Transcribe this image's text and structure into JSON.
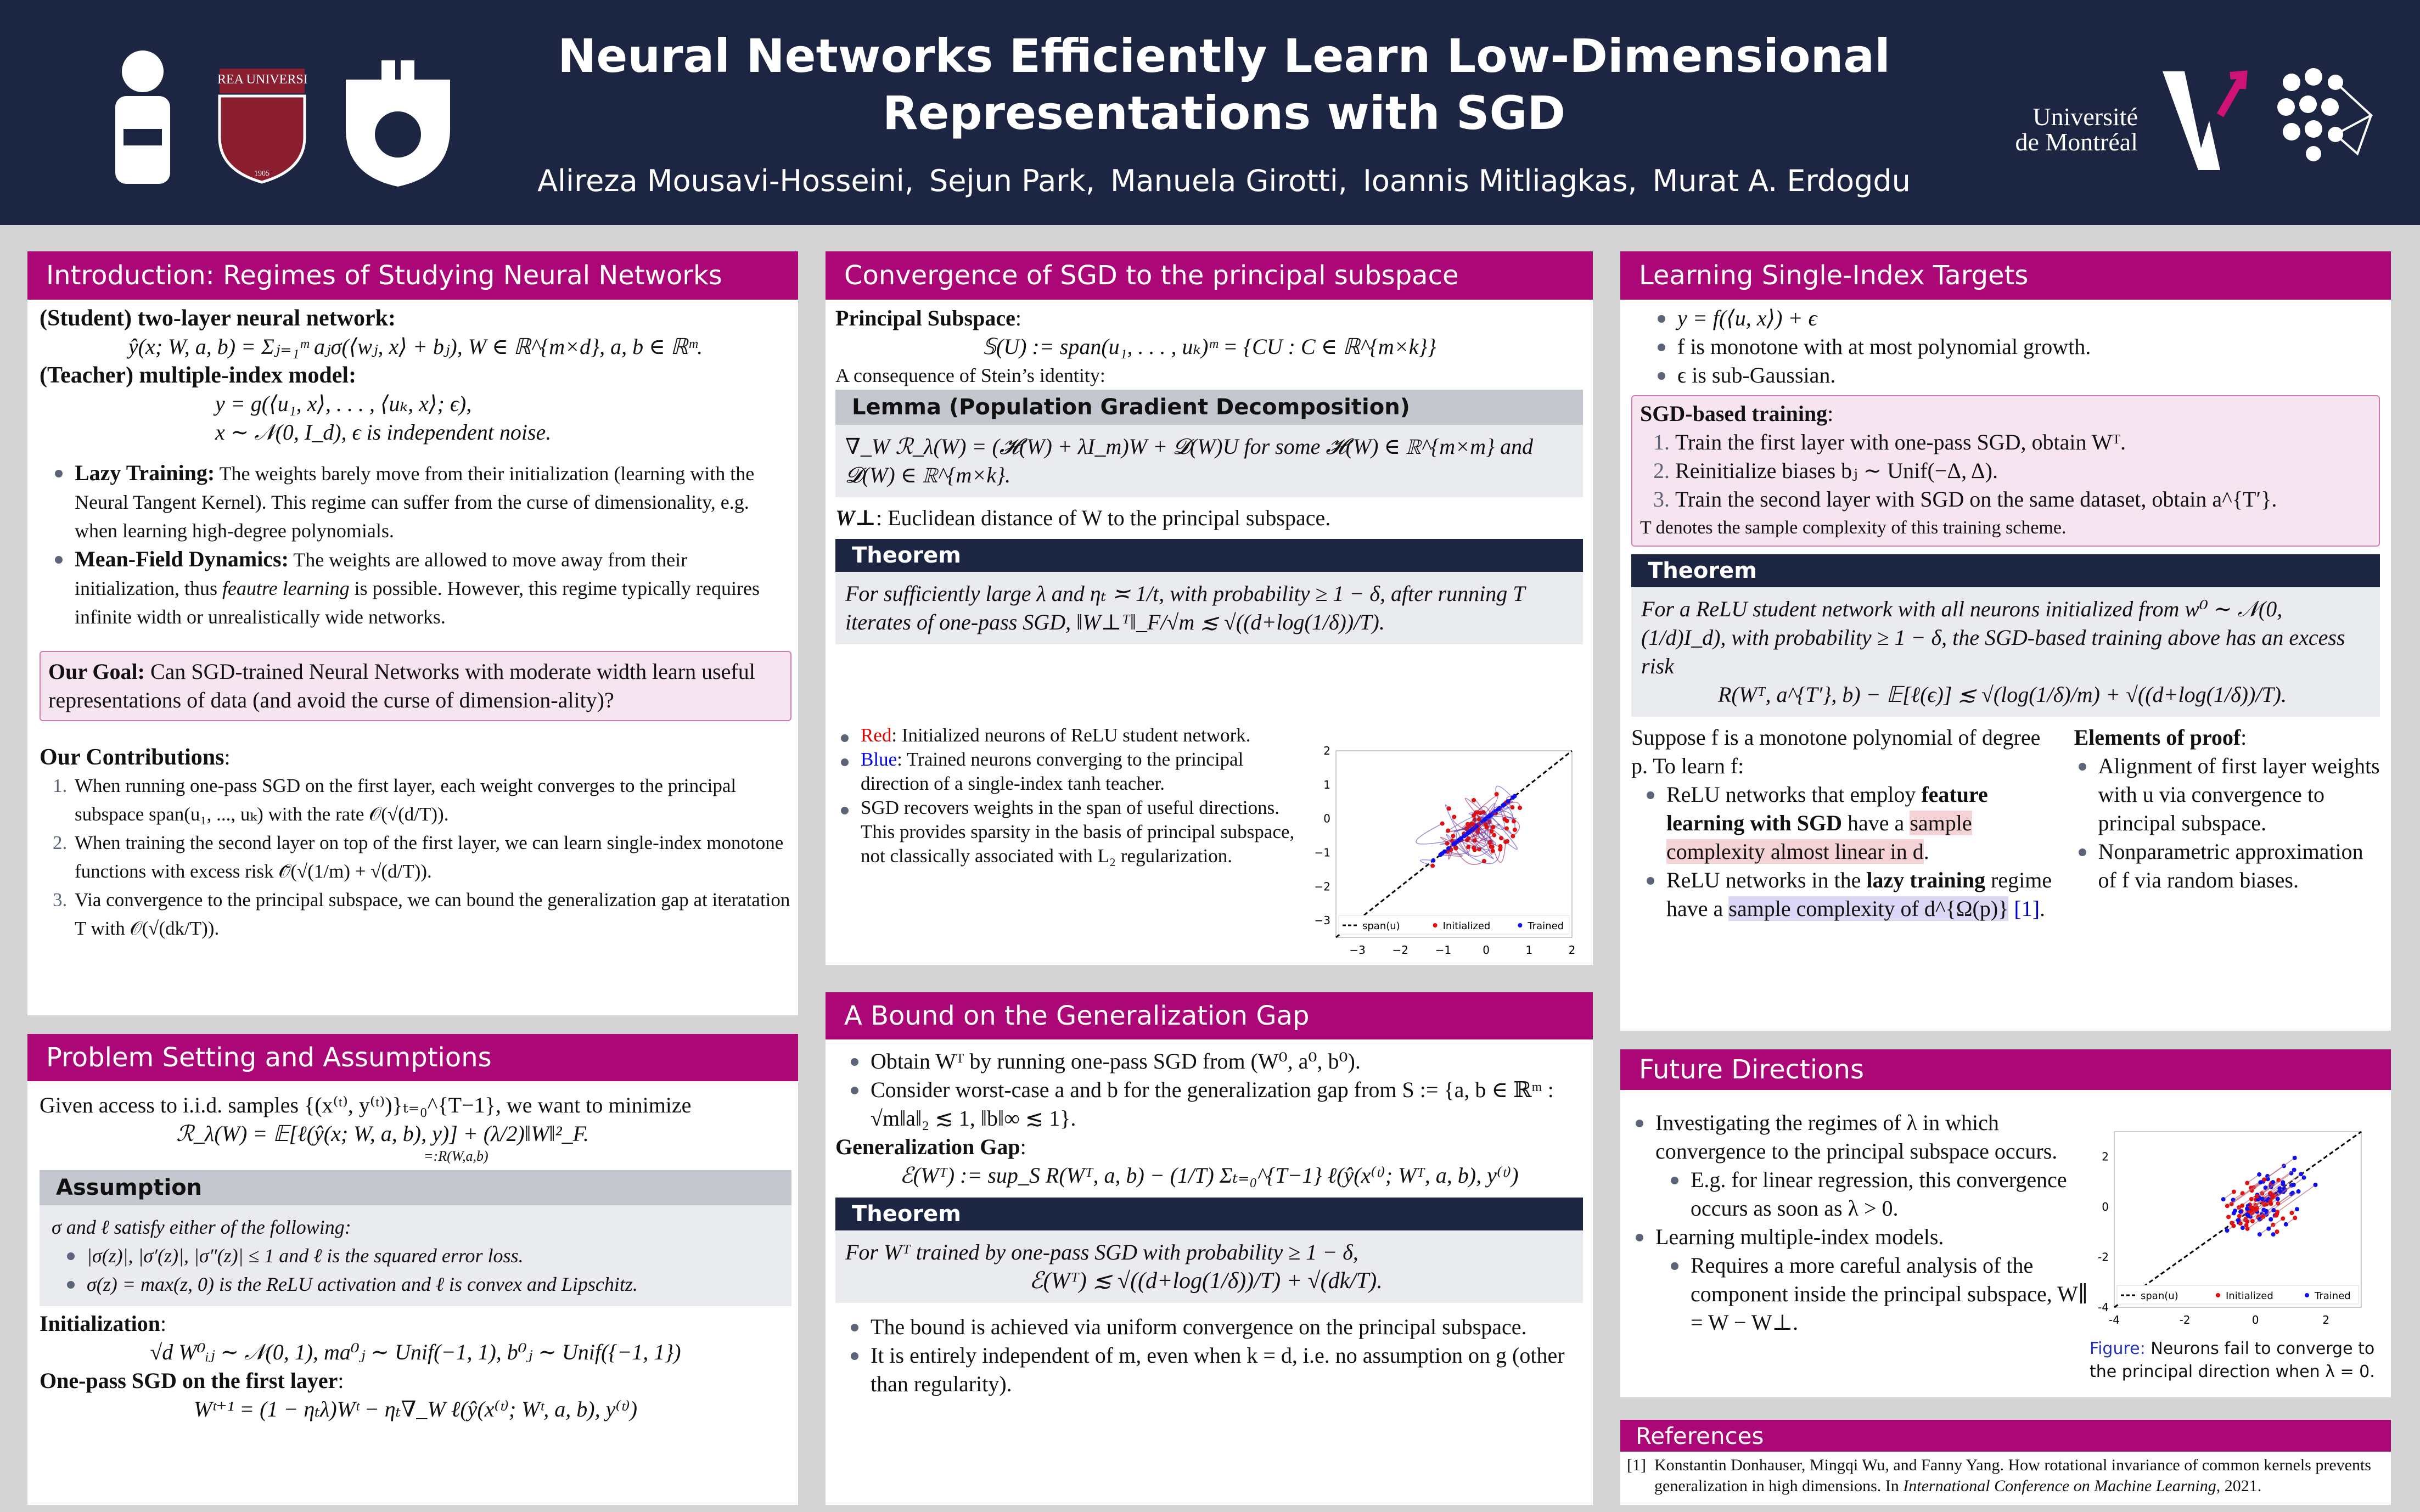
{
  "header": {
    "title_line1": "Neural Networks Efficiently Learn Low-Dimensional",
    "title_line2": "Representations with SGD",
    "authors": [
      "Alireza Mousavi-Hosseini,",
      "Sejun Park,",
      "Manuela Girotti,",
      "Ioannis Mitliagkas,",
      "Murat A. Erdogdu"
    ],
    "logos": {
      "korea": "KOREA UNIVERSITY",
      "korea_year": "1905",
      "montreal_line1": "Université",
      "montreal_line2": "de Montréal"
    }
  },
  "colors": {
    "header_bg": "#1c2541",
    "section": "#ac0776",
    "lemma": "#c4c7cd",
    "theorem": "#1c2541",
    "red": "#e00000",
    "blue": "#0000ee"
  },
  "intro": {
    "title": "Introduction:  Regimes of Studying Neural Networks",
    "student_label": "(Student) two-layer neural network:",
    "student_eq": "ŷ(x; W, a, b) = Σⱼ₌₁ᵐ aⱼσ(⟨wⱼ, x⟩ + bⱼ),    W ∈ ℝ^{m×d}, a, b ∈ ℝᵐ.",
    "teacher_label": "(Teacher) multiple-index model:",
    "teacher_eq1": "y = g(⟨u₁, x⟩, . . . , ⟨uₖ, x⟩; ϵ),",
    "teacher_eq2": "x ∼ 𝒩(0, I_d),    ϵ is independent noise.",
    "bullets": [
      {
        "lead": "Lazy Training:",
        "text": " The weights barely move from their initialization (learning with the Neural Tangent Kernel). This regime can suffer from the curse of dimensionality, e.g. when learning high-degree polynomials."
      },
      {
        "lead": "Mean-Field Dynamics:",
        "text_a": " The weights are allowed to move away from their initialization, thus ",
        "text_it": "feautre learning",
        "text_b": " is possible. However, this regime typically requires infinite width or unrealistically wide networks."
      }
    ],
    "goal": {
      "lead": "Our Goal:",
      "text": " Can SGD-trained Neural Networks with moderate width learn useful representations of data (and avoid the curse of dimension-ality)?"
    },
    "contrib_label": "Our Contributions",
    "contributions": [
      {
        "n": "1.",
        "text": "When running one-pass SGD on the first layer, each weight converges to the principal subspace span(u₁, ..., uₖ) with the rate 𝒪(√(d/T))."
      },
      {
        "n": "2.",
        "text": "When training the second layer on top of the first layer, we can learn single-index monotone functions with excess risk 𝒪̃(√(1/m) + √(d/T))."
      },
      {
        "n": "3.",
        "text": "Via convergence to the principal subspace, we can bound the generalization gap at iteratation T with 𝒪(√(dk/T))."
      }
    ]
  },
  "problem": {
    "title": "Problem Setting and Assumptions",
    "intro": "Given access to i.i.d. samples {(x⁽ᵗ⁾, y⁽ᵗ⁾)}ₜ₌₀^{T−1}, we want to minimize",
    "objective": "ℛ_λ(W) = 𝔼[ℓ(ŷ(x; W, a, b), y)] + (λ/2)‖W‖²_F.",
    "underbrace": "=:R(W,a,b)",
    "assumption_title": "Assumption",
    "assumption_lead": "σ and ℓ satisfy either of the following:",
    "assumption_items": [
      "|σ(z)|, |σ′(z)|, |σ″(z)| ≤ 1 and ℓ is the squared error loss.",
      "σ(z) = max(z, 0) is the ReLU activation and ℓ is convex and Lipschitz."
    ],
    "init_label": "Initialization",
    "init_eq": "√d W⁰ᵢⱼ ∼ 𝒩(0, 1),     ma⁰ⱼ ∼ Unif(−1, 1),     b⁰ⱼ ∼ Unif({−1, 1})",
    "sgd_label": "One-pass SGD on the first layer",
    "sgd_eq": "Wᵗ⁺¹ = (1 − ηₜλ)Wᵗ − ηₜ∇_W ℓ(ŷ(x⁽ᵗ⁾; Wᵗ, a, b), y⁽ᵗ⁾)"
  },
  "convergence": {
    "title": "Convergence of SGD to the principal subspace",
    "principal_label": "Principal Subspace",
    "principal_eq": "𝕊(U) := span(u₁, . . . , uₖ)ᵐ = {CU : C ∈ ℝ^{m×k}}",
    "stein": "A consequence of Stein’s identity:",
    "lemma_title": "Lemma (Population Gradient Decomposition)",
    "lemma_body": "∇_W ℛ_λ(W) = (𝓗(W) + λI_m)W + 𝓓(W)U for some 𝓗(W) ∈ ℝ^{m×m} and 𝓓(W) ∈ ℝ^{m×k}.",
    "wperp_sym": "W⊥",
    "wperp_text": ": Euclidean distance of W to the principal subspace.",
    "theorem_title": "Theorem",
    "theorem_body": "For sufficiently large λ and ηₜ ≍ 1/t, with probability ≥ 1 − δ, after running T iterates of one-pass SGD, ‖W⊥ᵀ‖_F/√m ≲ √((d+log(1/δ))/T).",
    "bullets": [
      {
        "color_word": "Red",
        "text": ": Initialized neurons of ReLU student network."
      },
      {
        "color_word": "Blue",
        "text": ": Trained neurons converging to the principal direction of a single-index tanh teacher."
      },
      {
        "text": "SGD recovers weights in the span of useful directions. This provides sparsity in the basis of principal subspace, not classically associated with L₂ regularization."
      }
    ],
    "figure": {
      "x_ticks": [
        "−3",
        "−2",
        "−1",
        "0",
        "1",
        "2"
      ],
      "y_ticks": [
        "2",
        "1",
        "0",
        "−1",
        "−2",
        "−3"
      ],
      "legend": [
        "span(u)",
        "Initialized",
        "Trained"
      ]
    }
  },
  "bound": {
    "title": "A Bound on the Generalization Gap",
    "bullets": [
      "Obtain Wᵀ by running one-pass SGD from (W⁰, a⁰, b⁰).",
      "Consider worst-case a and b for the generalization gap from S := {a, b ∈ ℝᵐ : √m‖a‖₂ ≲ 1, ‖b‖∞ ≲ 1}."
    ],
    "gap_label": "Generalization Gap",
    "gap_eq": "ℰ(Wᵀ) := sup_S R(Wᵀ, a, b) − (1/T) Σₜ₌₀^{T−1} ℓ(ŷ(x⁽ᵗ⁾; Wᵀ, a, b), y⁽ᵗ⁾)",
    "theorem_title": "Theorem",
    "theorem_body": "For Wᵀ trained by one-pass SGD with probability ≥ 1 − δ,",
    "theorem_eq": "ℰ(Wᵀ) ≲ √((d+log(1/δ))/T) + √(dk/T).",
    "bullets2": [
      "The bound is achieved via uniform convergence on the principal subspace.",
      "It is entirely independent of m, even when k = d, i.e. no assumption on g (other than regularity)."
    ]
  },
  "single": {
    "title": "Learning Single-Index Targets",
    "bullets": [
      "y = f(⟨u, x⟩) + ϵ",
      "f is monotone with at most polynomial growth.",
      "ϵ is sub-Gaussian."
    ],
    "sgd_label": "SGD-based training",
    "steps": [
      {
        "n": "1.",
        "text": "Train the first layer with one-pass SGD, obtain Wᵀ."
      },
      {
        "n": "2.",
        "text": "Reinitialize biases bⱼ ∼ Unif(−Δ, Δ)."
      },
      {
        "n": "3.",
        "text": "Train the second layer with SGD on the same dataset, obtain a^{T′}."
      }
    ],
    "note": "T denotes the sample complexity of this training scheme.",
    "theorem_title": "Theorem",
    "theorem_body": "For a ReLU student network with all neurons initialized from w⁰ ∼ 𝒩(0, (1/d)I_d), with probability ≥ 1 − δ, the SGD-based training above has an excess risk",
    "theorem_eq": "R(Wᵀ, a^{T′}, b) − 𝔼[ℓ(ϵ)] ≲ √(log(1/δ)/m) + √((d+log(1/δ))/T).",
    "left_intro": "Suppose f is a monotone polynomial of degree p. To learn f:",
    "left_b1_a": "ReLU networks that employ ",
    "left_b1_bold": "feature learning with SGD",
    "left_b1_b": " have a ",
    "left_b1_hl": "sample complexity almost linear in d",
    "left_b1_end": ".",
    "left_b2_a": "ReLU networks in the ",
    "left_b2_bold": "lazy training",
    "left_b2_b": " regime have a ",
    "left_b2_hl": "sample complexity of d^{Ω(p)}",
    "left_b2_ref": "[1]",
    "left_b2_end": ".",
    "proof_label": "Elements of proof",
    "proof_bullets": [
      "Alignment of first layer weights with u via convergence to principal subspace.",
      "Nonparametric approximation of f via random biases."
    ]
  },
  "future": {
    "title": "Future Directions",
    "items": [
      {
        "text": "Investigating the regimes of λ in which convergence to the principal subspace occurs.",
        "sub": "E.g. for linear regression, this convergence occurs as soon as λ > 0."
      },
      {
        "text": "Learning multiple-index models.",
        "sub": "Requires a more careful analysis of the component inside the principal subspace, W∥ = W − W⊥."
      }
    ],
    "figure": {
      "x_ticks": [
        "-4",
        "-2",
        "0",
        "2"
      ],
      "y_ticks": [
        "2",
        "0",
        "-2",
        "-4"
      ],
      "legend": [
        "span(u)",
        "Initialized",
        "Trained"
      ],
      "caption_lead": "Figure:",
      "caption": " Neurons fail to converge to the principal direction when λ = 0."
    }
  },
  "references": {
    "title": "References",
    "items": [
      {
        "n": "[1]",
        "text": "Konstantin Donhauser, Mingqi Wu, and Fanny Yang. How rotational invariance of common kernels prevents generalization in high dimensions.  In ",
        "venue": "International Conference on Machine Learning",
        "year": ", 2021."
      }
    ]
  }
}
